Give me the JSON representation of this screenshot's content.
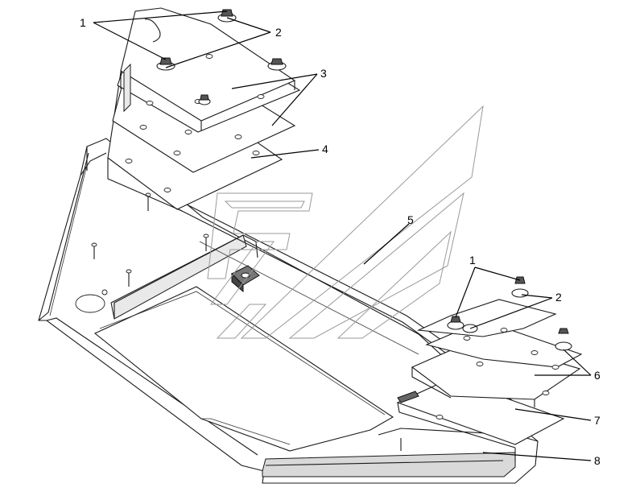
{
  "callouts": [
    {
      "id": "c1a",
      "label": "1"
    },
    {
      "id": "c2a",
      "label": "2"
    },
    {
      "id": "c3",
      "label": "3"
    },
    {
      "id": "c4",
      "label": "4"
    },
    {
      "id": "c5",
      "label": "5"
    },
    {
      "id": "c1b",
      "label": "1"
    },
    {
      "id": "c2b",
      "label": "2"
    },
    {
      "id": "c6",
      "label": "6"
    },
    {
      "id": "c7",
      "label": "7"
    },
    {
      "id": "c8",
      "label": "8"
    }
  ]
}
